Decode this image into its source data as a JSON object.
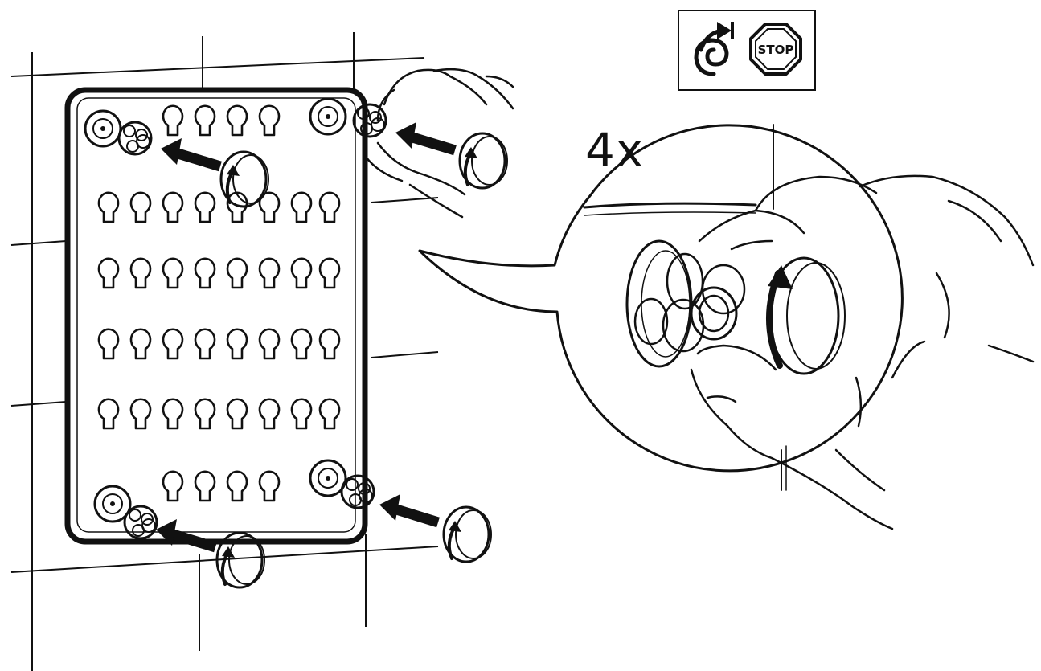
{
  "figure": {
    "repeat_label": "4x",
    "stop_label": "STOP",
    "icons": [
      "rotate-until-stop-icon",
      "stop-sign-icon"
    ],
    "fastener_count": 4,
    "colors": {
      "line": "#111111",
      "background": "#ffffff"
    }
  }
}
